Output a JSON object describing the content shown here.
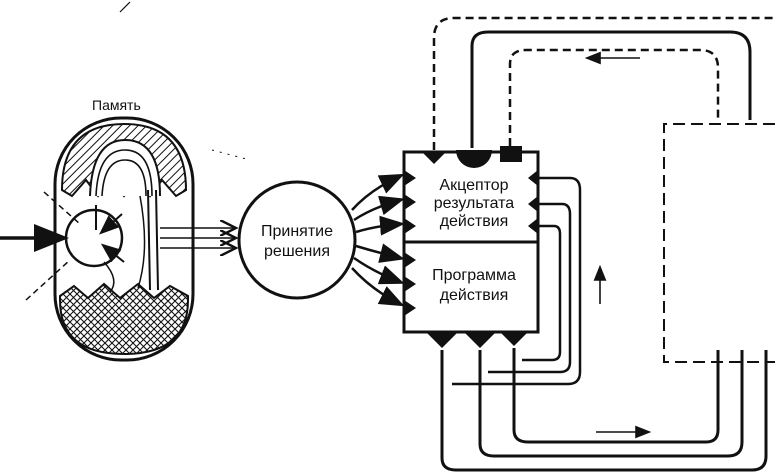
{
  "labels": {
    "memory": "Память",
    "decision_line1": "Принятие",
    "decision_line2": "решения",
    "acceptor_line1": "Акцептор",
    "acceptor_line2": "результата",
    "acceptor_line3": "действия",
    "program_line1": "Программа",
    "program_line2": "действия"
  },
  "colors": {
    "ink": "#111111",
    "paper": "#ffffff"
  }
}
